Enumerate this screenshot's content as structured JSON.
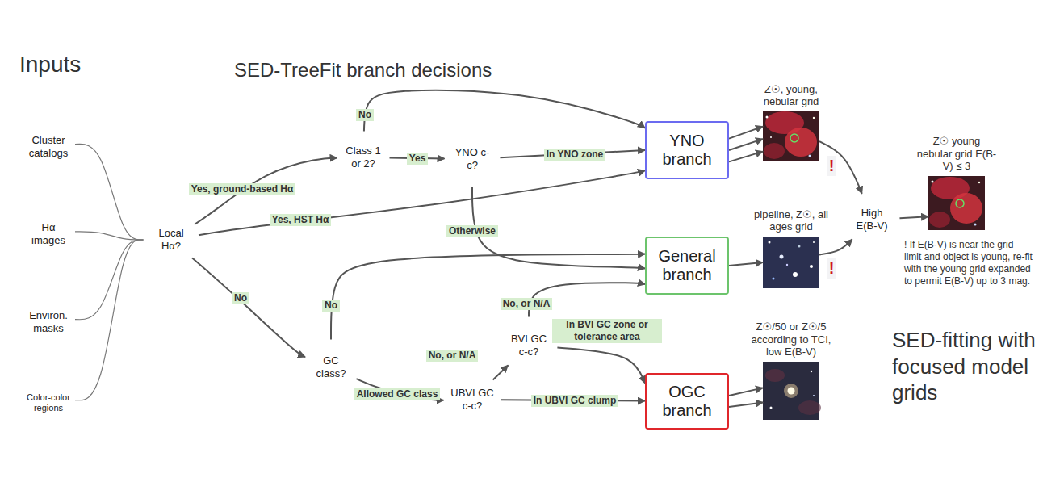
{
  "diagram": {
    "nodes": [
      {
        "text": [
          "Inputs"
        ]
      },
      {
        "text": [
          "Cluster catalogs"
        ],
        "in": 0
      },
      {
        "text": [
          "Hα images"
        ],
        "in": 0
      },
      {
        "text": [
          "Environ. masks"
        ],
        "in": 0
      },
      {
        "text": [
          "Color-color regions"
        ],
        "in": 0
      },
      {
        "text": [
          "SED-TreeFit branch decisions"
        ]
      },
      {
        "text": [
          "Local Hα?"
        ],
        "in": 5
      },
      {
        "text": [
          "Class 1 or 2?"
        ],
        "in": 5
      },
      {
        "text": [
          "YNO c-c?"
        ],
        "in": 5
      },
      {
        "text": [
          "GC class?"
        ],
        "in": 5
      },
      {
        "text": [
          "BVI GC c-c?"
        ],
        "in": 5
      },
      {
        "text": [
          "UBVI GC c-c?"
        ],
        "in": 5
      },
      {
        "text": [
          "YNO branch"
        ]
      },
      {
        "text": [
          "General branch"
        ]
      },
      {
        "text": [
          "OGC branch"
        ]
      },
      {
        "text": [
          "SED-fitting with focused model grids"
        ]
      },
      {
        "text": [
          "Z☉, young, nebular grid"
        ],
        "in": 15
      },
      {
        "text": [
          "pipeline, Z☉, all ages grid"
        ],
        "in": 15
      },
      {
        "text": [
          "Z☉/50 or Z☉/5 according to TCI, low E(B-V)"
        ],
        "in": 15
      },
      {
        "text": [
          "High E(B-V)"
        ],
        "in": 15
      },
      {
        "text": [
          "Z☉ young nebular grid E(B-V) ≤ 3"
        ],
        "in": 15
      }
    ],
    "edges": [
      {
        "from": 1,
        "to": 6,
        "arrow": "none"
      },
      {
        "from": 2,
        "to": 6,
        "arrow": "none"
      },
      {
        "from": 3,
        "to": 6,
        "arrow": "none"
      },
      {
        "from": 4,
        "to": 6,
        "arrow": "none"
      },
      {
        "from": 6,
        "to": 7,
        "label": "Yes, ground-based Hα",
        "arrow": "to"
      },
      {
        "from": 6,
        "to": 12,
        "label": "Yes, HST Hα",
        "arrow": "to"
      },
      {
        "from": 6,
        "to": 9,
        "label": "No",
        "arrow": "to"
      },
      {
        "from": 7,
        "to": 8,
        "label": "Yes",
        "arrow": "to"
      },
      {
        "from": 7,
        "to": 12,
        "label": "No",
        "arrow": "to"
      },
      {
        "from": 8,
        "to": 12,
        "label": "In YNO zone",
        "arrow": "to"
      },
      {
        "from": 8,
        "to": 13,
        "label": "Otherwise",
        "arrow": "to"
      },
      {
        "from": 9,
        "to": 13,
        "label": "No",
        "arrow": "to"
      },
      {
        "from": 9,
        "to": 11,
        "label": "Allowed GC class",
        "arrow": "to"
      },
      {
        "from": 11,
        "to": 10,
        "label": "No, or N/A",
        "arrow": "to"
      },
      {
        "from": 11,
        "to": 14,
        "label": "In UBVI GC clump",
        "arrow": "to"
      },
      {
        "from": 10,
        "to": 13,
        "label": "No, or N/A",
        "arrow": "to"
      },
      {
        "from": 10,
        "to": 14,
        "label": "In BVI GC zone or tolerance area",
        "arrow": "to"
      },
      {
        "from": 12,
        "to": 16,
        "arrow": "to"
      },
      {
        "from": 12,
        "to": 16,
        "arrow": "to"
      },
      {
        "from": 12,
        "to": 16,
        "arrow": "to"
      },
      {
        "from": 13,
        "to": 17,
        "arrow": "to"
      },
      {
        "from": 14,
        "to": 18,
        "arrow": "to"
      },
      {
        "from": 14,
        "to": 18,
        "arrow": "to"
      },
      {
        "from": 16,
        "to": 19,
        "label": "!",
        "arrow": "to"
      },
      {
        "from": 17,
        "to": 19,
        "label": "!",
        "arrow": "to"
      },
      {
        "from": 19,
        "to": 20,
        "arrow": "to"
      }
    ],
    "labels": [
      "! If E(B-V) is near the grid limit and object is young, re-fit with the young grid expanded to permit E(B-V) up to 3 mag."
    ]
  }
}
